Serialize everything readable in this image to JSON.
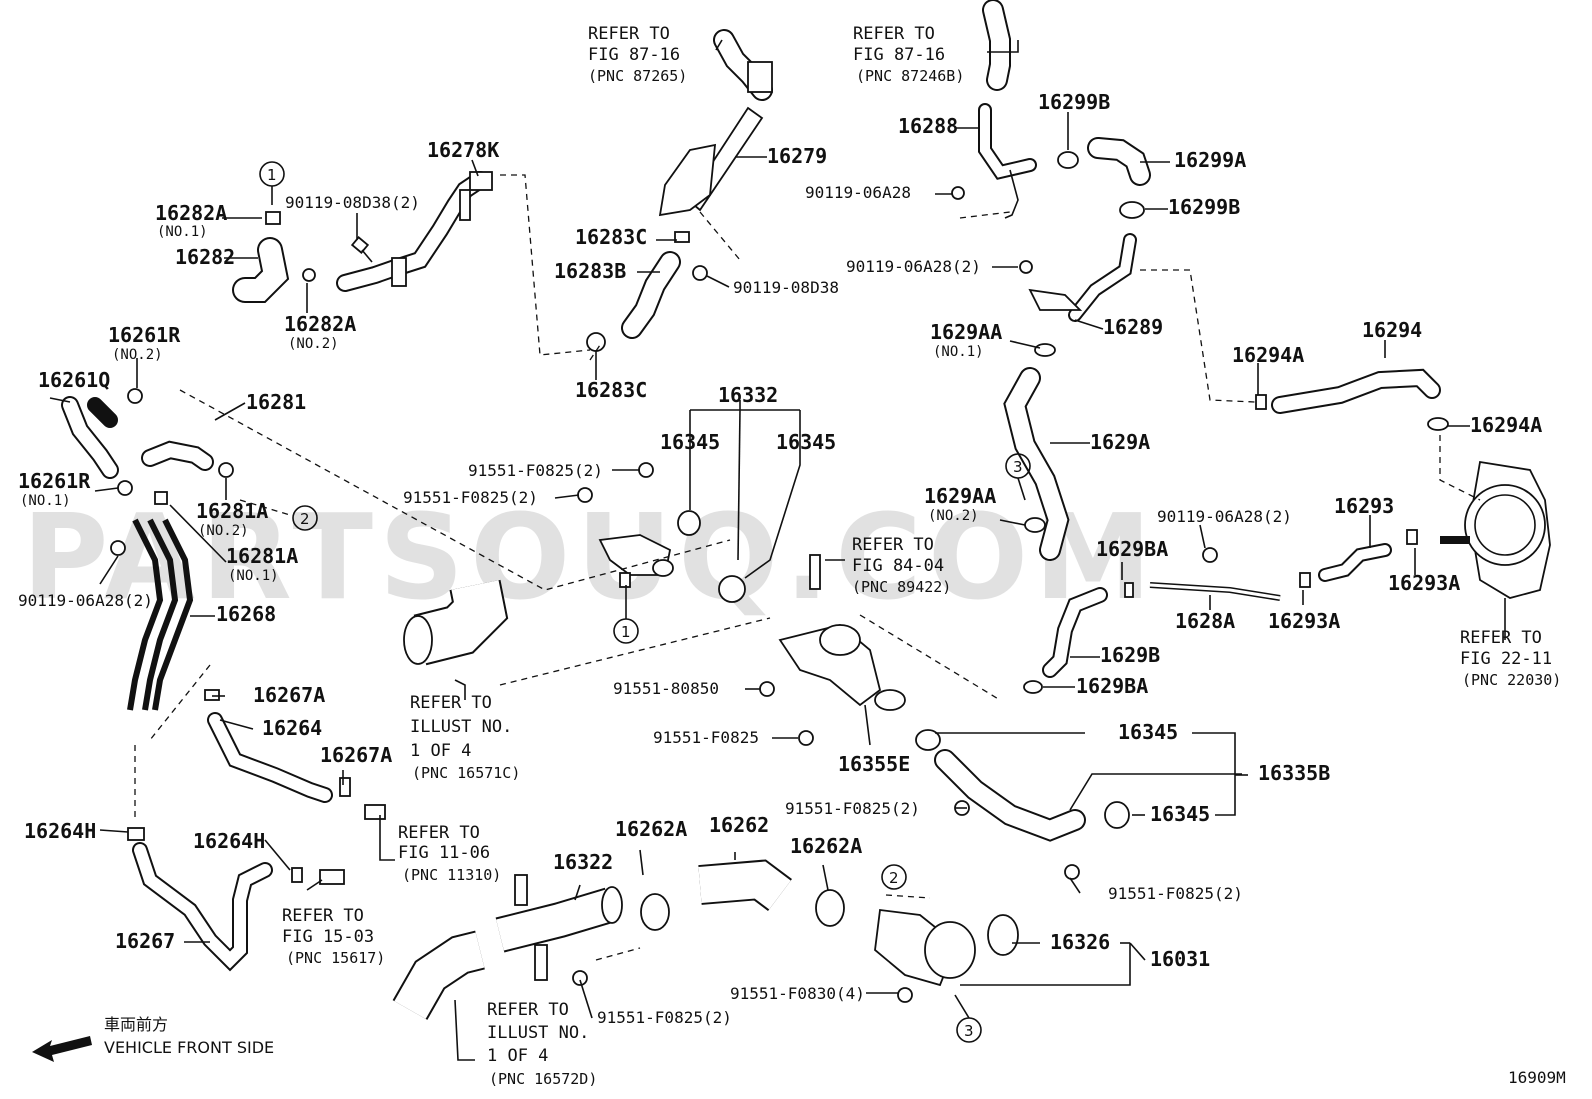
{
  "watermark": "PARTSOUQ.COM",
  "figure_code": "16909M",
  "front_indicator": {
    "jp": "車両前方",
    "en": "VEHICLE FRONT SIDE"
  },
  "callouts": {
    "c16278K": "16278K",
    "c16282A_1": "16282A",
    "c16282A_1_sub": "(NO.1)",
    "c16282": "16282",
    "c16282A_2": "16282A",
    "c16282A_2_sub": "(NO.2)",
    "c90119_08D38_2": "90119-08D38(2)",
    "c16279": "16279",
    "c16283C_a": "16283C",
    "c16283B": "16283B",
    "c90119_08D38": "90119-08D38",
    "c16283C_b": "16283C",
    "c16288": "16288",
    "c16299B_a": "16299B",
    "c16299A": "16299A",
    "c90119_06A28": "90119-06A28",
    "c16299B_b": "16299B",
    "c90119_06A28_2a": "90119-06A28(2)",
    "c16289": "16289",
    "c1629AA_1": "1629AA",
    "c1629AA_1_sub": "(NO.1)",
    "c16294A_a": "16294A",
    "c16294": "16294",
    "c16294A_b": "16294A",
    "c16261R_2": "16261R",
    "c16261R_2_sub": "(NO.2)",
    "c16261Q": "16261Q",
    "c16281": "16281",
    "c16261R_1": "16261R",
    "c16261R_1_sub": "(NO.1)",
    "c16281A_2": "16281A",
    "c16281A_2_sub": "(NO.2)",
    "c16281A_1": "16281A",
    "c16281A_1_sub": "(NO.1)",
    "c90119_06A28_2b": "90119-06A28(2)",
    "c16268": "16268",
    "c16332": "16332",
    "c16345_a": "16345",
    "c16345_b": "16345",
    "c91551_F0825_2a": "91551-F0825(2)",
    "c91551_F0825_2b": "91551-F0825(2)",
    "c1629A": "1629A",
    "c1629AA_2": "1629AA",
    "c1629AA_2_sub": "(NO.2)",
    "c90119_06A28_2c": "90119-06A28(2)",
    "c16293": "16293",
    "c1629BA_a": "1629BA",
    "c1628A": "1628A",
    "c16293A_a": "16293A",
    "c16293A_b": "16293A",
    "c1629B": "1629B",
    "c1629BA_b": "1629BA",
    "c91551_80850": "91551-80850",
    "c91551_F0825": "91551-F0825",
    "c16355E": "16355E",
    "c16267A_a": "16267A",
    "c16264": "16264",
    "c16267A_b": "16267A",
    "c16264H_a": "16264H",
    "c16264H_b": "16264H",
    "c16267": "16267",
    "c16345_c": "16345",
    "c16335B": "16335B",
    "c16345_d": "16345",
    "c91551_F0825_2c": "91551-F0825(2)",
    "c91551_F0825_2d": "91551-F0825(2)",
    "c16262A_a": "16262A",
    "c16262": "16262",
    "c16262A_b": "16262A",
    "c16322": "16322",
    "c16326": "16326",
    "c16031": "16031",
    "c91551_F0830_4": "91551-F0830(4)",
    "c91551_F0825_2e": "91551-F0825(2)"
  },
  "references": {
    "r87_16a": [
      "REFER TO",
      "FIG 87-16",
      "(PNC 87265)"
    ],
    "r87_16b": [
      "REFER TO",
      "FIG 87-16",
      "(PNC 87246B)"
    ],
    "r84_04": [
      "REFER TO",
      "FIG 84-04",
      "(PNC 89422)"
    ],
    "r22_11": [
      "REFER TO",
      "FIG 22-11",
      "(PNC 22030)"
    ],
    "rIllust_a": [
      "REFER TO",
      "ILLUST NO.",
      "1 OF 4",
      "(PNC 16571C)"
    ],
    "r11_06": [
      "REFER TO",
      "FIG 11-06",
      "(PNC 11310)"
    ],
    "r15_03": [
      "REFER TO",
      "FIG 15-03",
      "(PNC 15617)"
    ],
    "rIllust_b": [
      "REFER TO",
      "ILLUST NO.",
      "1 OF 4",
      "(PNC 16572D)"
    ]
  },
  "circle_markers": [
    "1",
    "1",
    "2",
    "2",
    "3",
    "3"
  ]
}
